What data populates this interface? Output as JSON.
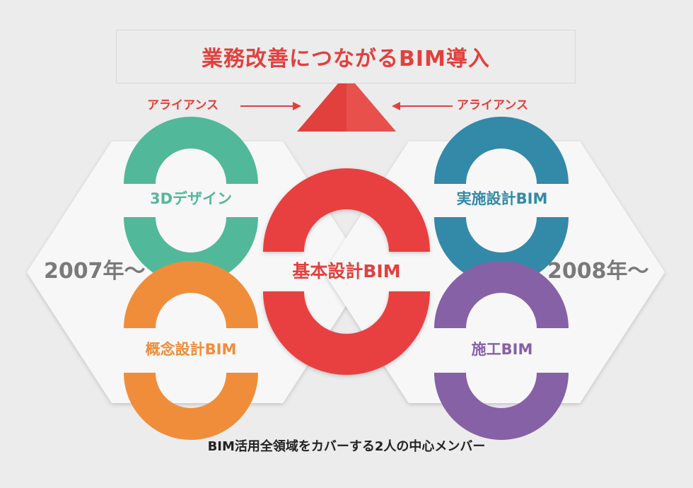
{
  "title": "業務改善につながるBIM導入",
  "alliance_left": "アライアンス",
  "alliance_right": "アライアンス",
  "year_left": "2007年～",
  "year_right": "2008年～",
  "rings": {
    "design_3d": {
      "label": "3Dデザイン",
      "color": "#52b89a"
    },
    "concept": {
      "label": "概念設計BIM",
      "color": "#f08d3a"
    },
    "basic": {
      "label": "基本設計BIM",
      "color": "#e8413f"
    },
    "execution": {
      "label": "実施設計BIM",
      "color": "#3389a8"
    },
    "construction": {
      "label": "施工BIM",
      "color": "#8661a6"
    }
  },
  "caption": "BIM活用全領域をカバーする2人の中心メンバー",
  "colors": {
    "accent": "#e2403d",
    "year_text": "#7a7a7a",
    "hexagon": "#f7f7f7",
    "background": "#ececec"
  }
}
